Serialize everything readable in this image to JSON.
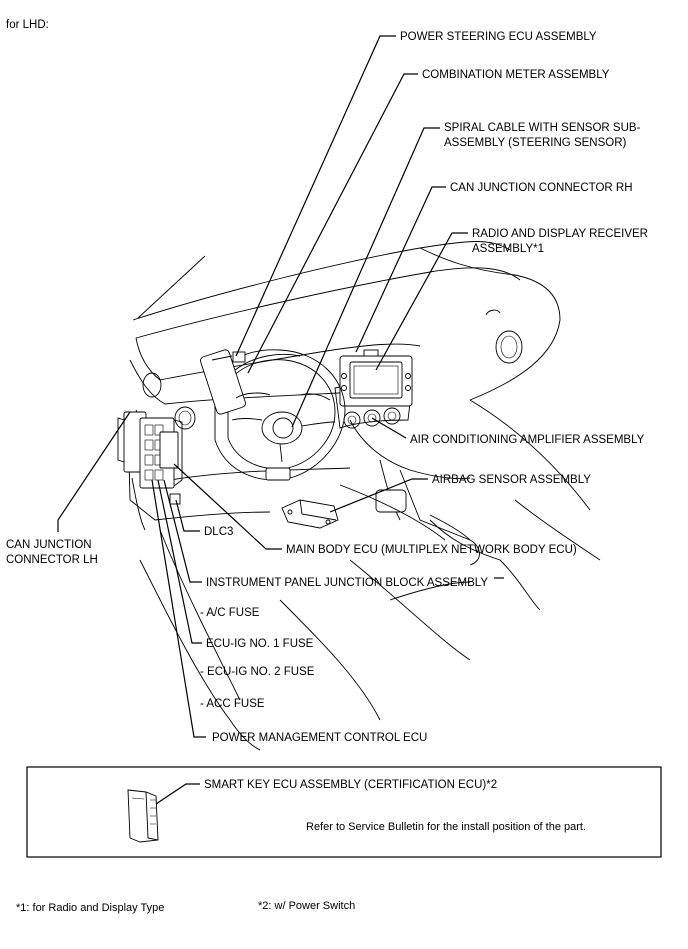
{
  "header": {
    "title": "for LHD:"
  },
  "labels": {
    "power_steering_ecu": "POWER STEERING ECU ASSEMBLY",
    "combination_meter": "COMBINATION METER ASSEMBLY",
    "spiral_cable_line1": "SPIRAL CABLE WITH SENSOR SUB-",
    "spiral_cable_line2": "ASSEMBLY (STEERING SENSOR)",
    "can_junction_rh": "CAN JUNCTION CONNECTOR RH",
    "radio_line1": "RADIO AND DISPLAY RECEIVER",
    "radio_line2": "ASSEMBLY*1",
    "air_conditioning": "AIR CONDITIONING AMPLIFIER ASSEMBLY",
    "airbag_sensor": "AIRBAG SENSOR ASSEMBLY",
    "can_junction_lh_line1": "CAN JUNCTION",
    "can_junction_lh_line2": "CONNECTOR LH",
    "dlc3": "DLC3",
    "main_body_ecu": "MAIN BODY ECU (MULTIPLEX NETWORK BODY ECU)",
    "instrument_panel_jb": "INSTRUMENT PANEL JUNCTION BLOCK ASSEMBLY",
    "ac_fuse": "- A/C FUSE",
    "ecu_ig1_fuse": "ECU-IG NO. 1 FUSE",
    "ecu_ig2_fuse": "- ECU-IG NO. 2 FUSE",
    "acc_fuse": "- ACC FUSE",
    "power_mgmt_ecu": "POWER MANAGEMENT CONTROL ECU"
  },
  "inset": {
    "smart_key_ecu": "SMART KEY ECU ASSEMBLY (CERTIFICATION ECU)*2",
    "note": "Refer to Service Bulletin for the install position of the part."
  },
  "footnotes": {
    "note1": "*1: for Radio and Display Type",
    "note2": "*2: w/ Power Switch"
  }
}
